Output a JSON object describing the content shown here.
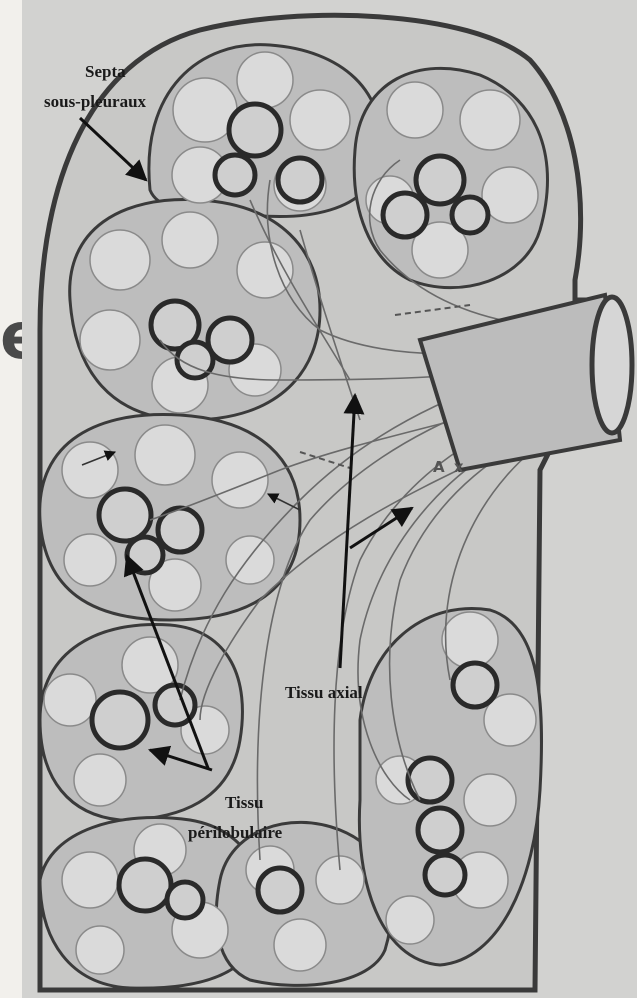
{
  "colors": {
    "background": "#f2f0ec",
    "paper": "#d2d2d0",
    "ink": "#1a1a1a",
    "lobule": "#bdbdbd",
    "alveolus": "#dadada"
  },
  "slide": {
    "fragment": "e"
  },
  "diagram": {
    "labels": {
      "septa_line1": "Septa",
      "septa_line2": "sous-pleuraux",
      "axial": "Tissu axial",
      "peri_line1": "Tissu",
      "peri_line2": "périlobulaire",
      "ax": "A x"
    }
  }
}
